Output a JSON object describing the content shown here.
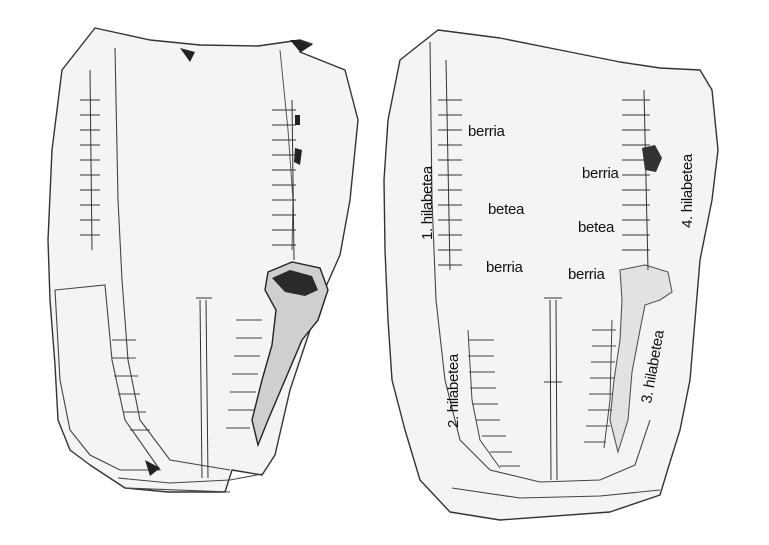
{
  "labels": {
    "hilabetea_1": "1. hilabetea",
    "hilabetea_2": "2. hilabetea",
    "hilabetea_3": "3. hilabetea",
    "hilabetea_4": "4. hilabetea",
    "berria_top": "berria",
    "betea_left": "betea",
    "berria_mid_left": "berria",
    "berria_upper_right": "berria",
    "betea_right": "betea",
    "berria_lower_right": "berria"
  }
}
